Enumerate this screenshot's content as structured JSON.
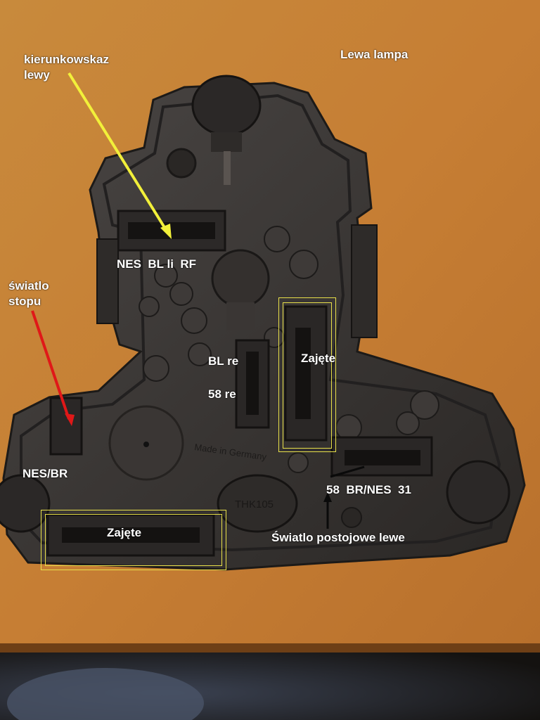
{
  "labels": {
    "lamp_title": "Lewa lampa",
    "turn_signal": "kierunkowskaz\nlewy",
    "brake_light": "światlo\nstopu",
    "top_pins": "NES  BL li  RF",
    "bl_re": "BL re",
    "re_58": "58 re",
    "occupied_right": "Zajęte",
    "occupied_bottom": "Zajęte",
    "nes_br": "NES/BR",
    "bottom_pins": "58  BR/NES  31",
    "parking_light": "Światlo postojowe lewe"
  },
  "embossed_text": {
    "made_in": "Made in Germany",
    "part_code": "THK105"
  },
  "colors": {
    "table_surface": "#c9803a",
    "housing": "#3a3735",
    "label_text": "#ffffff",
    "arrow_yellow": "#f2f03a",
    "arrow_red": "#e01818",
    "arrow_black": "#0a0a0a",
    "highlight_box": "#e8e04a"
  }
}
